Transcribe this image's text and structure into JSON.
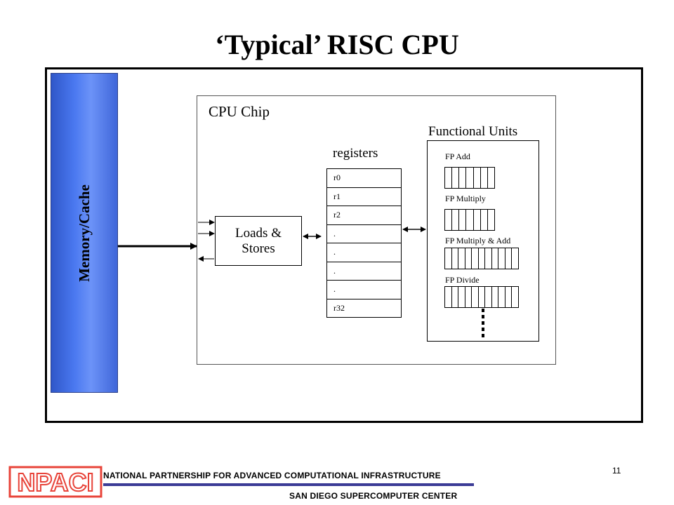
{
  "slide": {
    "title": "‘Typical’ RISC CPU",
    "page_number": "11"
  },
  "memory": {
    "label": "Memory/Cache"
  },
  "cpu_chip": {
    "label": "CPU Chip"
  },
  "loads_stores": {
    "line1": "Loads &",
    "line2": "Stores"
  },
  "registers": {
    "label": "registers",
    "rows": [
      "r0",
      "r1",
      "r2",
      ".",
      ".",
      ".",
      ".",
      "r32"
    ]
  },
  "functional_units": {
    "label": "Functional Units",
    "units": [
      {
        "name": "FP Add",
        "stages": 7
      },
      {
        "name": "FP Multiply",
        "stages": 7
      },
      {
        "name": "FP Multiply  & Add",
        "stages": 11
      },
      {
        "name": "FP Divide",
        "stages": 11
      }
    ]
  },
  "footer": {
    "org": "NATIONAL PARTNERSHIP FOR ADVANCED COMPUTATIONAL INFRASTRUCTURE",
    "center": "SAN DIEGO SUPERCOMPUTER CENTER",
    "logo_text": "NPACI"
  },
  "colors": {
    "memory_fill": "#4a78f0",
    "footer_rule": "#3c3c96",
    "logo_red": "#e8443a"
  }
}
